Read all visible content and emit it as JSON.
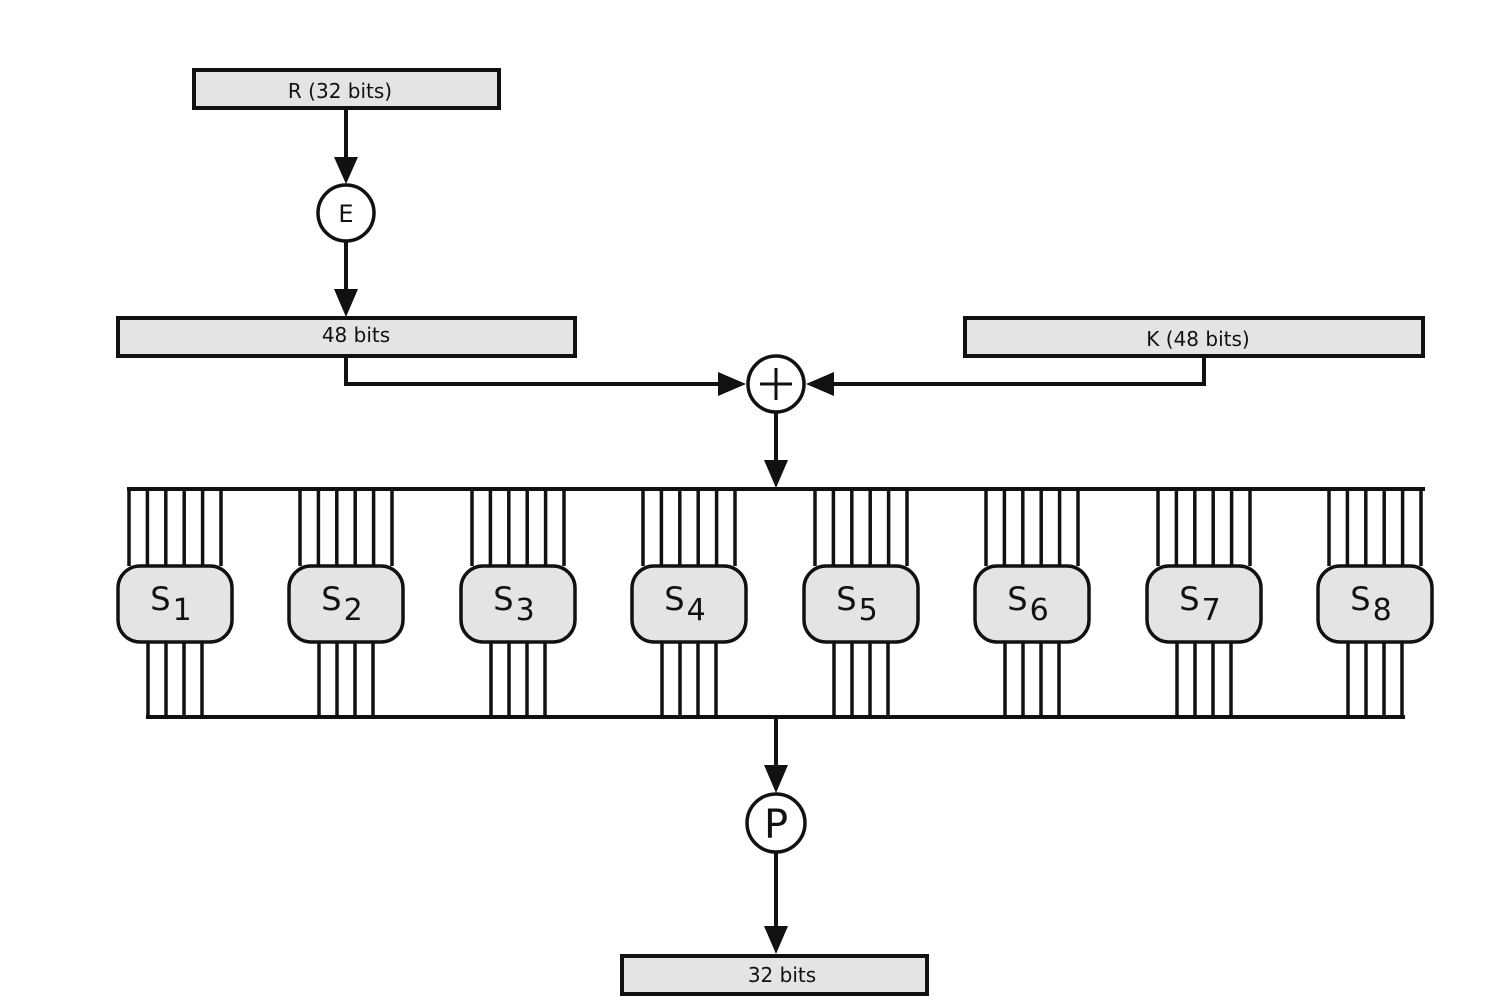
{
  "boxes": {
    "r_input": "R (32 bits)",
    "expanded": "48 bits",
    "key": "K (48 bits)",
    "output": "32 bits"
  },
  "nodes": {
    "expansion": "E",
    "xor": "+",
    "permutation": "P"
  },
  "sboxes": [
    {
      "letter": "S",
      "sub": "1"
    },
    {
      "letter": "S",
      "sub": "2"
    },
    {
      "letter": "S",
      "sub": "3"
    },
    {
      "letter": "S",
      "sub": "4"
    },
    {
      "letter": "S",
      "sub": "5"
    },
    {
      "letter": "S",
      "sub": "6"
    },
    {
      "letter": "S",
      "sub": "7"
    },
    {
      "letter": "S",
      "sub": "8"
    }
  ],
  "colors": {
    "box_fill": "#e4e4e6",
    "line": "#111111"
  }
}
